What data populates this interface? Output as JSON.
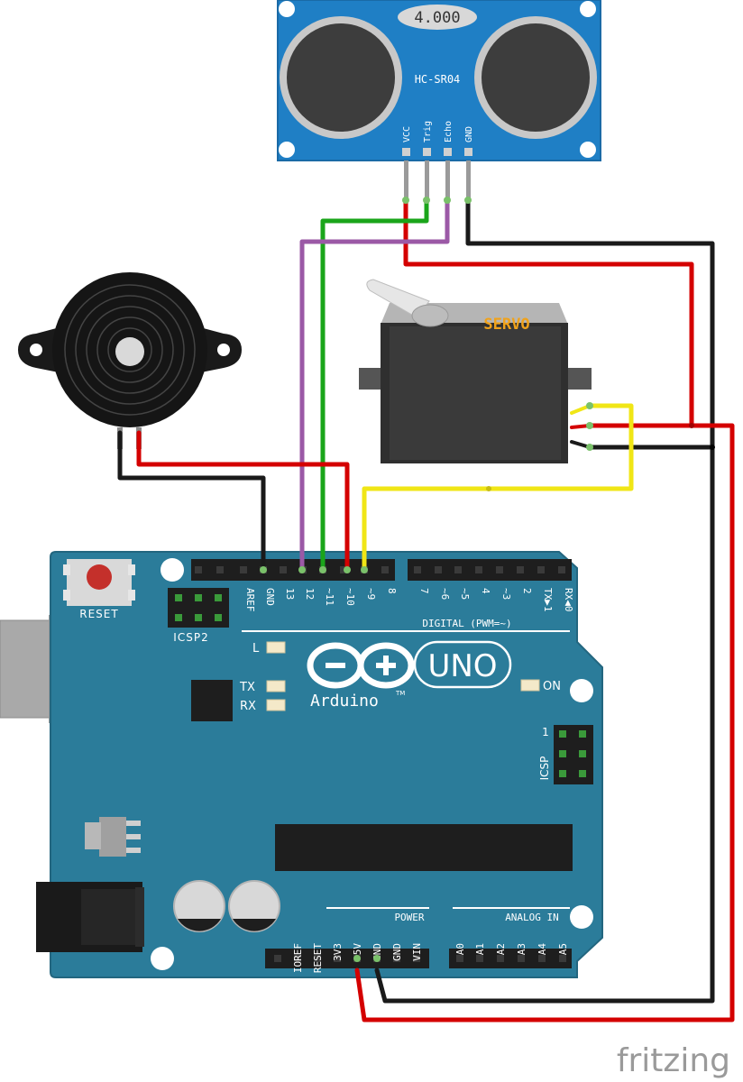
{
  "sensor": {
    "crystal": "4.000",
    "model": "HC-SR04",
    "pins": [
      "VCC",
      "Trig",
      "Echo",
      "GND"
    ]
  },
  "servo": {
    "label": "SERVO"
  },
  "board": {
    "reset": "RESET",
    "icsp2": "ICSP2",
    "icsp": "ICSP",
    "icsp_pin1": "1",
    "led_l": "L",
    "led_tx": "TX",
    "led_rx": "RX",
    "led_on": "ON",
    "logo_text": "Arduino",
    "logo_tm": "TM",
    "model": "UNO",
    "digital_label": "DIGITAL (PWM=~)",
    "digital_pins": [
      "AREF",
      "GND",
      "13",
      "12",
      "~11",
      "~10",
      "~9",
      "8",
      "7",
      "~6",
      "~5",
      "4",
      "~3",
      "2",
      "TX▶1",
      "RX◀0"
    ],
    "power_label": "POWER",
    "power_pins": [
      "IOREF",
      "RESET",
      "3V3",
      "5V",
      "GND",
      "GND",
      "VIN"
    ],
    "analog_label": "ANALOG IN",
    "analog_pins": [
      "A0",
      "A1",
      "A2",
      "A3",
      "A4",
      "A5"
    ]
  },
  "colors": {
    "board": "#2b7c9a",
    "sensor": "#1f7fc5",
    "wire_red": "#d40000",
    "wire_black": "#1a1a1a",
    "wire_green": "#1aa51a",
    "wire_purple": "#9b59a6",
    "wire_yellow": "#f0e616"
  },
  "watermark": "fritzing"
}
